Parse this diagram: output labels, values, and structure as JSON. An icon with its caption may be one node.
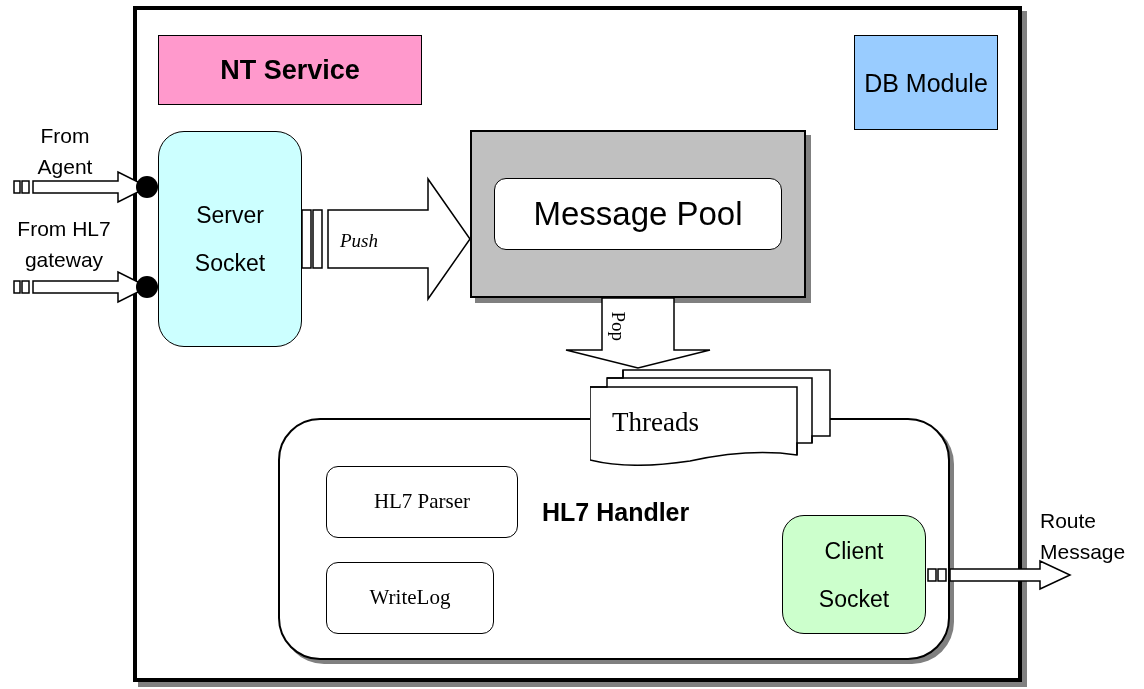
{
  "diagram": {
    "nodes": [
      {
        "text": [],
        "shape": "box"
      },
      {
        "text": [
          "NT Service"
        ],
        "in": 0
      },
      {
        "text": [
          "DB Module"
        ],
        "in": 0
      },
      {
        "text": [
          "Server Socket"
        ],
        "in": 0
      },
      {
        "text": [],
        "shape": "box",
        "in": 0
      },
      {
        "text": [
          "Message Pool"
        ],
        "in": 4
      },
      {
        "text": [
          "HL7 Handler"
        ],
        "in": 0
      },
      {
        "text": [
          "Threads"
        ],
        "in": 0
      },
      {
        "text": [
          "HL7 Parser"
        ],
        "in": 6
      },
      {
        "text": [
          "WriteLog"
        ],
        "in": 6
      },
      {
        "text": [
          "Client Socket"
        ],
        "in": 6
      }
    ],
    "edges": [
      {
        "from": null,
        "to": 3,
        "arrow": "to",
        "label": "From Agent"
      },
      {
        "from": null,
        "to": 3,
        "arrow": "to",
        "label": "From HL7 gateway"
      },
      {
        "from": 3,
        "to": 4,
        "arrow": "to",
        "label": "Push"
      },
      {
        "from": 4,
        "to": 7,
        "arrow": "to",
        "label": "Pop"
      },
      {
        "from": 10,
        "to": null,
        "arrow": "to",
        "label": "Route Message"
      }
    ]
  }
}
